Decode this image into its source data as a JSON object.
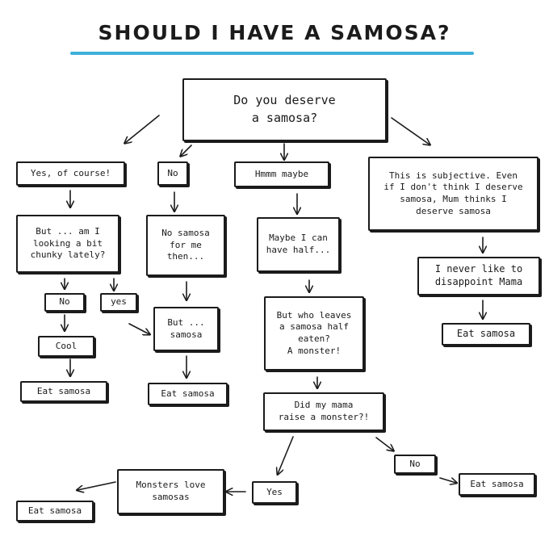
{
  "title": "SHOULD I HAVE A SAMOSA?",
  "nodes": {
    "deserve": "Do you deserve\na samosa?",
    "yes_course": "Yes, of course!",
    "no": "No",
    "hmmm": "Hmmm maybe",
    "subjective": "This is subjective. Even\nif I don't think I deserve\nsamosa, Mum thinks I\ndeserve samosa",
    "chunky": "But ... am I\nlooking a bit\nchunky lately?",
    "no_samosa": "No samosa\nfor me\nthen...",
    "half": "Maybe I can\nhave half...",
    "disappoint": "I never like to\ndisappoint Mama",
    "chunky_no": "No",
    "chunky_yes": "yes",
    "but_samosa": "But ...\nsamosa",
    "who_leaves": "But who leaves\na samosa half\neaten?\nA monster!",
    "eat_mama": "Eat samosa",
    "cool": "Cool",
    "eat_cool": "Eat samosa",
    "eat_but": "Eat samosa",
    "raise_monster": "Did my mama\nraise a monster?!",
    "monster_no": "No",
    "eat_monster_no": "Eat samosa",
    "monsters_love": "Monsters love\nsamosas",
    "monster_yes": "Yes",
    "eat_final": "Eat samosa"
  },
  "colors": {
    "ink": "#1b1b1b",
    "accent": "#3fb0d9"
  }
}
